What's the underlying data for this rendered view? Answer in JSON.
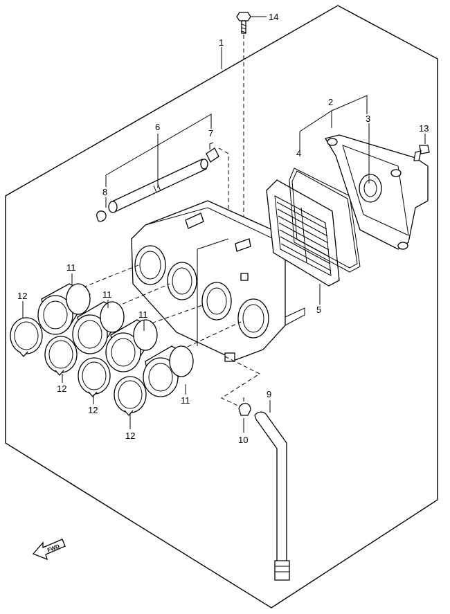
{
  "callouts": {
    "c1": "1",
    "c2": "2",
    "c3": "3",
    "c4": "4",
    "c5": "5",
    "c6": "6",
    "c7": "7",
    "c8": "8",
    "c9": "9",
    "c10": "10",
    "c13": "13",
    "c14": "14",
    "c11a": "11",
    "c11b": "11",
    "c11c": "11",
    "c11d": "11",
    "c12a": "12",
    "c12b": "12",
    "c12c": "12",
    "c12d": "12"
  },
  "fwd_label": "FWD"
}
